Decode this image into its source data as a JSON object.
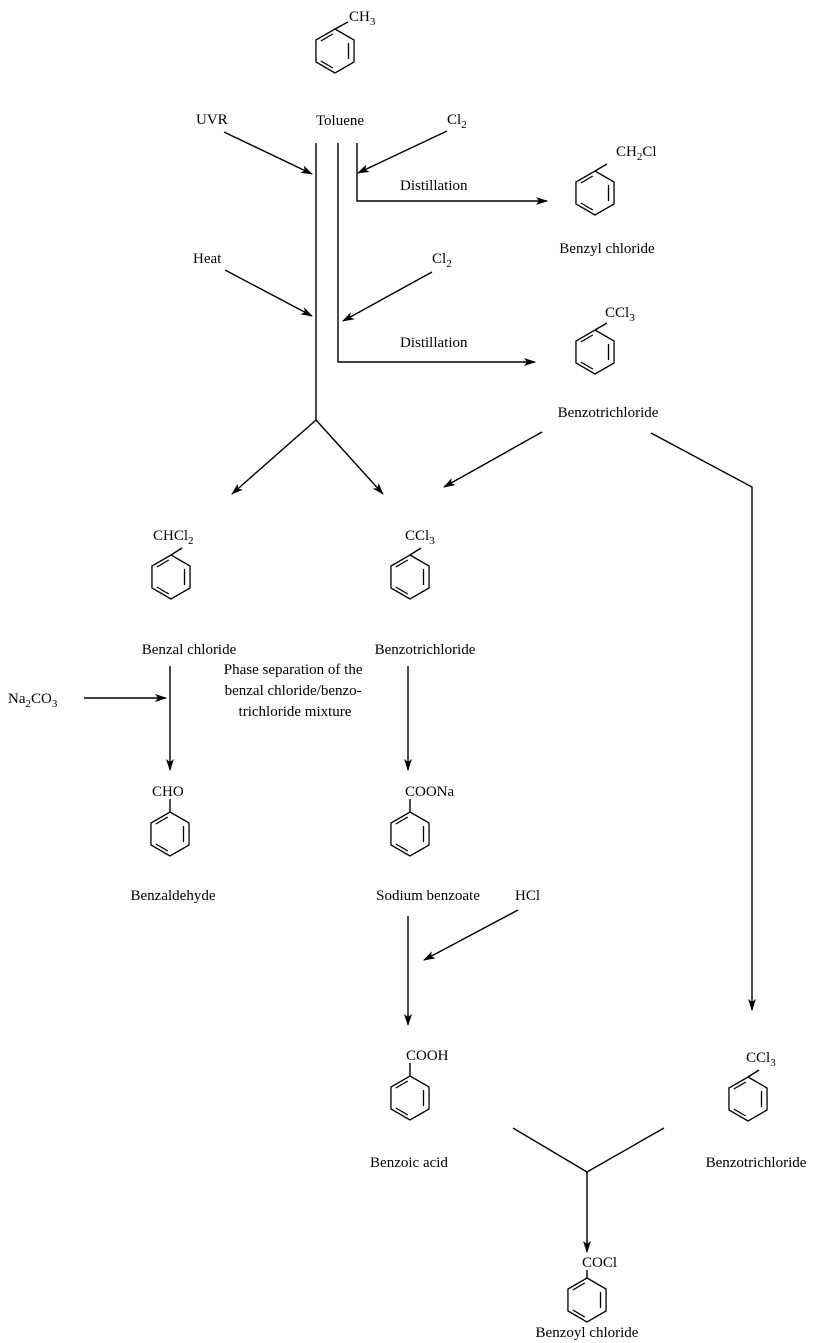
{
  "compounds": {
    "toluene": {
      "name": "Toluene",
      "group": "CH",
      "sub": "3",
      "tail": ""
    },
    "benzyl_chloride": {
      "name": "Benzyl chloride",
      "group": "CH",
      "sub": "2",
      "tail": "Cl"
    },
    "benzotrichloride_top": {
      "name": "Benzotrichloride",
      "group": "CCl",
      "sub": "3",
      "tail": ""
    },
    "benzal_chloride": {
      "name": "Benzal chloride",
      "group": "CHCl",
      "sub": "2",
      "tail": ""
    },
    "benzotrichloride_mid": {
      "name": "Benzotrichloride",
      "group": "CCl",
      "sub": "3",
      "tail": ""
    },
    "benzaldehyde": {
      "name": "Benzaldehyde",
      "group": "CHO",
      "sub": "",
      "tail": ""
    },
    "sodium_benzoate": {
      "name": "Sodium benzoate",
      "group": "COONa",
      "sub": "",
      "tail": ""
    },
    "benzoic_acid": {
      "name": "Benzoic acid",
      "group": "COOH",
      "sub": "",
      "tail": ""
    },
    "benzotrichloride_right": {
      "name": "Benzotrichloride",
      "group": "CCl",
      "sub": "3",
      "tail": ""
    },
    "benzoyl_chloride": {
      "name": "Benzoyl chloride",
      "group": "COCl",
      "sub": "",
      "tail": ""
    }
  },
  "reagents": {
    "uvr": "UVR",
    "heat": "Heat",
    "cl2_top": {
      "main": "Cl",
      "sub": "2"
    },
    "cl2_mid": {
      "main": "Cl",
      "sub": "2"
    },
    "distillation_top": "Distillation",
    "distillation_mid": "Distillation",
    "na2co3": {
      "p1": "Na",
      "s1": "2",
      "p2": "CO",
      "s2": "3"
    },
    "hcl": "HCl",
    "phase_separation": [
      "Phase separation of the",
      "benzal chloride/benzo-",
      "trichloride mixture"
    ]
  }
}
